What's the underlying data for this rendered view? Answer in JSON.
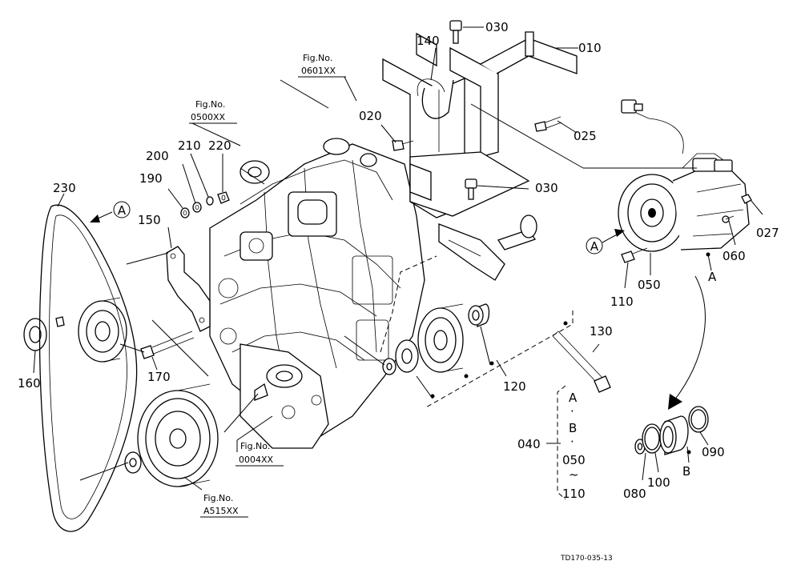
{
  "part_labels": {
    "p010": "010",
    "p020": "020",
    "p025": "025",
    "p027": "027",
    "p030_top": "030",
    "p030_mid": "030",
    "p040": "040",
    "p050": "050",
    "p060": "060",
    "p080": "080",
    "p090": "090",
    "p100": "100",
    "p110": "110",
    "p120": "120",
    "p130": "130",
    "p140": "140",
    "p150": "150",
    "p160": "160",
    "p170": "170",
    "p190": "190",
    "p200": "200",
    "p210": "210",
    "p220": "220",
    "p230": "230"
  },
  "figure_refs": {
    "ref_0601": {
      "prefix": "Fig.No.",
      "number": "0601XX"
    },
    "ref_0500": {
      "prefix": "Fig.No.",
      "number": "0500XX"
    },
    "ref_0004": {
      "prefix": "Fig.No.",
      "number": "0004XX"
    },
    "ref_a515": {
      "prefix": "Fig.No.",
      "number": "A515XX"
    }
  },
  "markers": {
    "circle_a_left": "A",
    "circle_a_right": "A",
    "letter_a": "A",
    "letter_b": "B"
  },
  "set_040": {
    "items": [
      "A",
      "B",
      "050",
      "110"
    ],
    "separator": "·",
    "range_symbol": "~"
  },
  "drawing_code": "TD170-035-13"
}
